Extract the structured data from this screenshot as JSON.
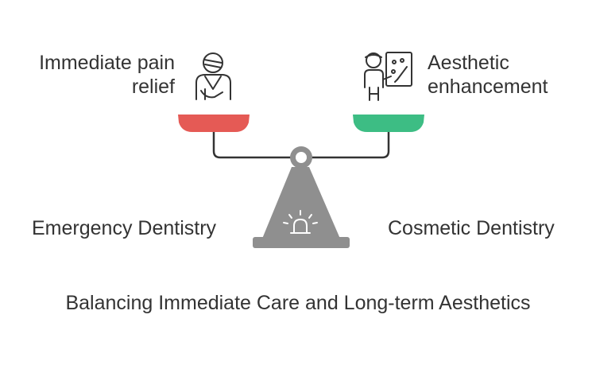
{
  "diagram": {
    "left": {
      "caption": "Immediate pain relief",
      "title": "Emergency Dentistry",
      "icon": "injured-arm-sling-person-icon",
      "pan_color": "#e55a55"
    },
    "right": {
      "caption": "Aesthetic enhancement",
      "title": "Cosmetic Dentistry",
      "icon": "painter-at-easel-icon",
      "pan_color": "#3dbd84"
    },
    "footer": "Balancing Immediate Care and Long-term Aesthetics",
    "base_color": "#8f8f8f"
  }
}
